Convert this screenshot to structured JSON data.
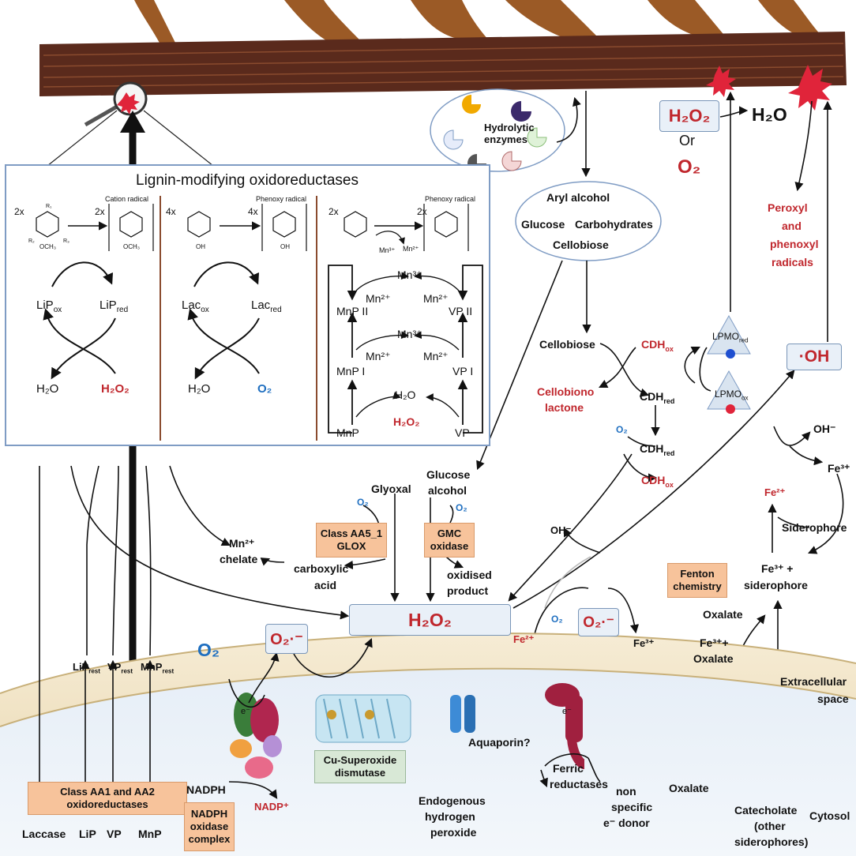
{
  "panel": {
    "title": "Lignin-modifying oxidoreductases",
    "col1": {
      "mult_left": "2x",
      "mult_right": "2x",
      "radical": "Cation radical",
      "enz_ox": "LiP",
      "enz_ox_sub": "ox",
      "enz_red": "LiP",
      "enz_red_sub": "red",
      "product": "H₂O",
      "oxidant": "H₂O₂",
      "sub_r1": "R₁",
      "sub_r2": "R₂",
      "sub_r3": "R₃",
      "sub_group": "OCH₃"
    },
    "col2": {
      "mult_left": "4x",
      "mult_right": "4x",
      "radical": "Phenoxy radical",
      "enz_ox": "Lac",
      "enz_ox_sub": "ox",
      "enz_red": "Lac",
      "enz_red_sub": "red",
      "product": "H₂O",
      "oxidant": "O₂",
      "sub_group": "OH"
    },
    "col3": {
      "mult_left": "2x",
      "mult_right": "2x",
      "radical": "Phenoxy radical",
      "mn3_small": "Mn³⁺",
      "mn2_small": "Mn²⁺",
      "mn3": "Mn³⁺",
      "mn2": "Mn²⁺",
      "mnp2": "MnP II",
      "vp2": "VP II",
      "mnp1": "MnP I",
      "vp1": "VP I",
      "mnp": "MnP",
      "vp": "VP",
      "product": "H₂O",
      "oxidant": "H₂O₂"
    }
  },
  "hydrolytic": {
    "label": "Hydrolytic enzymes"
  },
  "aryl_group": {
    "aryl": "Aryl alcohol",
    "glucose": "Glucose",
    "carbohydrates": "Carbohydrates",
    "cellobiose": "Cellobiose"
  },
  "top_right": {
    "h2o2": "H₂O₂",
    "or": "Or",
    "o2": "O₂",
    "h2o": "H₂O",
    "peroxyl": [
      "Peroxyl",
      "and",
      "phenoxyl",
      "radicals"
    ],
    "oh_radical": "·OH"
  },
  "cdh": {
    "cellobiose": "Cellobiose",
    "cdh_ox": "CDH",
    "cdh_ox_sub": "ox",
    "cdh_red": "CDH",
    "cdh_red_sub": "red",
    "lpmo_red": "LPMO",
    "lpmo_red_sub": "red",
    "lpmo_ox": "LPMO",
    "lpmo_ox_sub": "ox",
    "cellobionolactone": [
      "Cellobiono",
      "lactone"
    ],
    "o2": "O₂",
    "cdh_red2": "CDH",
    "cdh_red2_sub": "red",
    "cdh_ox2": "CDH",
    "cdh_ox2_sub": "ox"
  },
  "fenton": {
    "oh_minus": "OH⁻",
    "fe3_top": "Fe³⁺",
    "fe2": "Fe²⁺",
    "siderophore": "Siderophore",
    "fe3_sid": [
      "Fe³⁺ +",
      "siderophore"
    ],
    "box": [
      "Fenton",
      "chemistry"
    ],
    "oxalate_top": "Oxalate",
    "fe3_oxalate": [
      "Fe³⁺+",
      "Oxalate"
    ],
    "fe2_mem": "Fe²⁺",
    "fe3_mem": "Fe³⁺",
    "o2_small": "O₂",
    "o2_minus": "O₂·⁻",
    "oh_minus2": "OH⁻"
  },
  "mid": {
    "mn_chelate": [
      "Mn²⁺",
      "chelate"
    ],
    "carboxylic": [
      "carboxylic",
      "acid"
    ],
    "glyoxal": "Glyoxal",
    "glucose_alcohol": [
      "Glucose",
      "alcohol"
    ],
    "o2_a": "O₂",
    "o2_b": "O₂",
    "glox_box": [
      "Class AA5_1",
      "GLOX"
    ],
    "gmc_box": [
      "GMC",
      "oxidase"
    ],
    "oxidised": [
      "oxidised",
      "product"
    ],
    "h2o2_center": "H₂O₂"
  },
  "membrane": {
    "lip_rest": "LiP",
    "lip_rest_sub": "rest",
    "vp_rest": "VP",
    "vp_rest_sub": "rest",
    "mnp_rest": "MnP",
    "mnp_rest_sub": "rest",
    "o2_big": "O₂",
    "o2_radical": "O₂·⁻",
    "electron": "e⁻",
    "electron2": "e⁻",
    "cu_sod": [
      "Cu-Superoxide",
      "dismutase"
    ],
    "aquaporin": "Aquaporin?",
    "extracellular": [
      "Extracellular",
      "space"
    ],
    "cytosol": "Cytosol"
  },
  "bottom": {
    "class_box": [
      "Class AA1 and AA2",
      "oxidoreductases"
    ],
    "laccase": "Laccase",
    "lip": "LiP",
    "vp": "VP",
    "mnp": "MnP",
    "nadph": "NADPH",
    "nadp": "NADP⁺",
    "nadph_box": [
      "NADPH",
      "oxidase",
      "complex"
    ],
    "endogenous": [
      "Endogenous",
      "hydrogen",
      "peroxide"
    ],
    "ferric": [
      "Ferric",
      "reductases"
    ],
    "nonspecific": [
      "non",
      "specific",
      "e⁻ donor"
    ],
    "oxalate_bottom": "Oxalate",
    "catecholate": [
      "Catecholate",
      "(other",
      "siderophores)"
    ]
  },
  "colors": {
    "red": "#c0272d",
    "blue": "#1f6fc0",
    "orange_box": "#f7c39b",
    "green_box": "#d8e8d6",
    "panel_border": "#7f9cc4",
    "wood": "#5a2a1c",
    "membrane": "#f0e3c6"
  }
}
